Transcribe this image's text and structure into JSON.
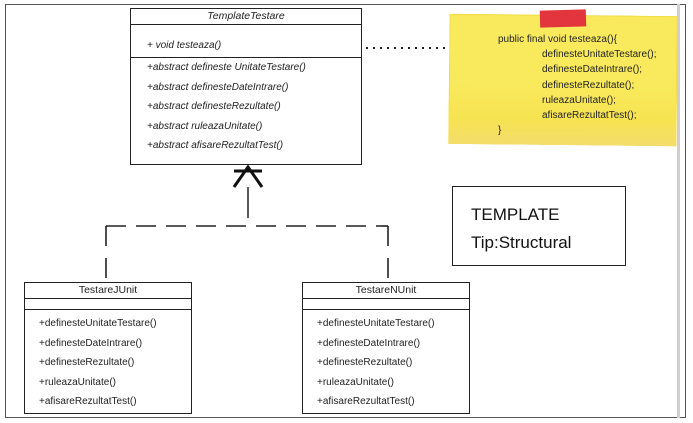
{
  "template_class": {
    "name": "TemplateTestare",
    "template_method": "+ void testeaza()",
    "abstract_methods": [
      "+abstract defineste UnitateTestare()",
      "+abstract definesteDateIntrare()",
      "+abstract definesteRezultate()",
      "+abstract ruleazaUnitate()",
      "+abstract afisareRezultatTest()"
    ]
  },
  "subclasses": [
    {
      "name": "TestareJUnit",
      "methods": [
        "+definesteUnitateTestare()",
        "+definesteDateIntrare()",
        "+definesteRezultate()",
        "+ruleazaUnitate()",
        "+afisareRezultatTest()"
      ]
    },
    {
      "name": "TestareNUnit",
      "methods": [
        "+definesteUnitateTestare()",
        "+definesteDateIntrare()",
        "+definesteRezultate()",
        "+ruleazaUnitate()",
        "+afisareRezultatTest()"
      ]
    }
  ],
  "note": {
    "header": "public final void testeaza(){",
    "body": [
      "definesteUnitateTestare();",
      "definesteDateIntrare();",
      "definesteRezultate();",
      "ruleazaUnitate();",
      "afisareRezultatTest();"
    ],
    "footer": "}"
  },
  "pattern": {
    "title": "TEMPLATE",
    "type": "Tip:Structural"
  },
  "colors": {
    "note_yellow": "#f9ea5d",
    "tape_red": "#e2353d",
    "line": "#222222"
  }
}
